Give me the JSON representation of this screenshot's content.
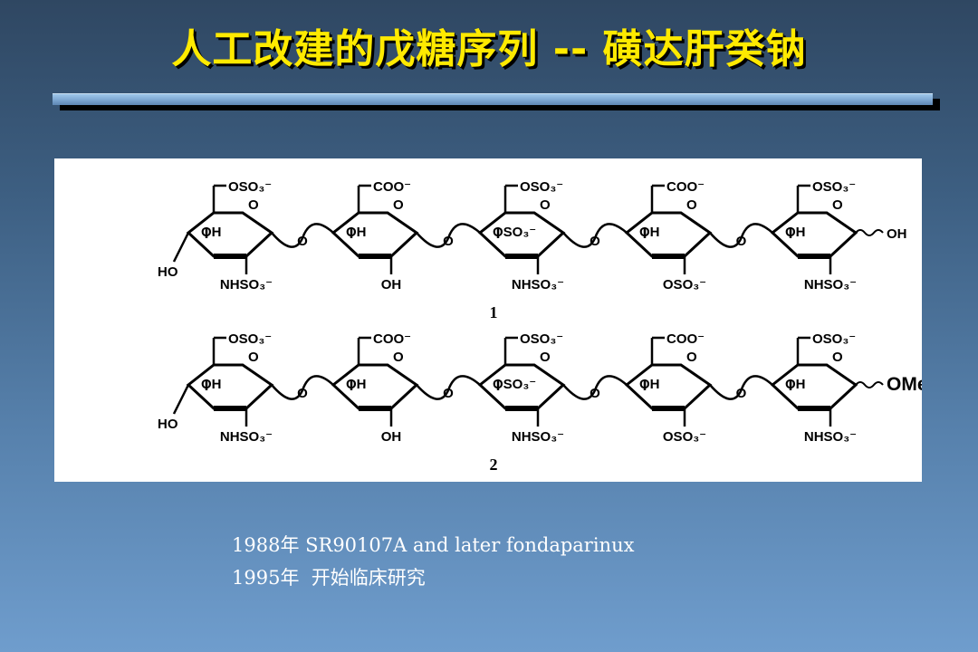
{
  "slide": {
    "title": "人工改建的戊糖序列 -- 磺达肝癸钠",
    "notes": [
      "1988年 SR90107A and later fondaparinux",
      "1995年  开始临床研究"
    ]
  },
  "figure": {
    "compounds": [
      {
        "number": "1",
        "reducing_end": "OH",
        "rings": [
          {
            "top": "OSO₃⁻",
            "left": "OH",
            "ring_o": "O",
            "bottom": "NHSO₃⁻",
            "extra": "HO"
          },
          {
            "top": "COO⁻",
            "left": "OH",
            "ring_o": "O",
            "bottom": "OH"
          },
          {
            "top": "OSO₃⁻",
            "left": "OSO₃⁻",
            "ring_o": "O",
            "bottom": "NHSO₃⁻"
          },
          {
            "top": "COO⁻",
            "left": "OH",
            "ring_o": "O",
            "bottom": "OSO₃⁻"
          },
          {
            "top": "OSO₃⁻",
            "left": "OH",
            "ring_o": "O",
            "bottom": "NHSO₃⁻"
          }
        ]
      },
      {
        "number": "2",
        "reducing_end": "OMe",
        "rings": [
          {
            "top": "OSO₃⁻",
            "left": "OH",
            "ring_o": "O",
            "bottom": "NHSO₃⁻",
            "extra": "HO"
          },
          {
            "top": "COO⁻",
            "left": "OH",
            "ring_o": "O",
            "bottom": "OH"
          },
          {
            "top": "OSO₃⁻",
            "left": "OSO₃⁻",
            "ring_o": "O",
            "bottom": "NHSO₃⁻"
          },
          {
            "top": "COO⁻",
            "left": "OH",
            "ring_o": "O",
            "bottom": "OSO₃⁻"
          },
          {
            "top": "OSO₃⁻",
            "left": "OH",
            "ring_o": "O",
            "bottom": "NHSO₃⁻"
          }
        ]
      }
    ],
    "linker": "O"
  }
}
